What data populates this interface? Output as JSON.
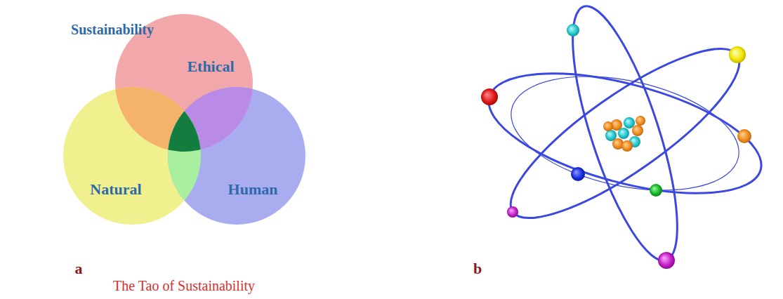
{
  "diagram": {
    "caption": "The Tao of Sustainability",
    "nodes": [
      {
        "text": [
          "Ethical"
        ]
      },
      {
        "text": [
          "Natural"
        ]
      },
      {
        "text": [
          "Human"
        ]
      }
    ],
    "labels": [
      "Sustainability",
      "a",
      "b"
    ]
  }
}
